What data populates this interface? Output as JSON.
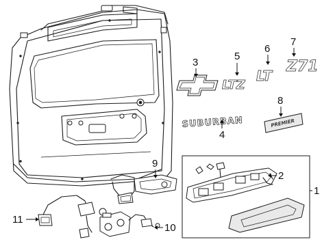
{
  "callouts": {
    "c1": "1",
    "c2": "2",
    "c3": "3",
    "c4": "4",
    "c5": "5",
    "c6": "6",
    "c7": "7",
    "c8": "8",
    "c9": "9",
    "c10": "10",
    "c11": "11"
  },
  "emblems": {
    "suburban": "SUBURBAN",
    "ltz": "LTZ",
    "lt": "LT",
    "z71": "Z71",
    "premier": "PREMIER"
  }
}
